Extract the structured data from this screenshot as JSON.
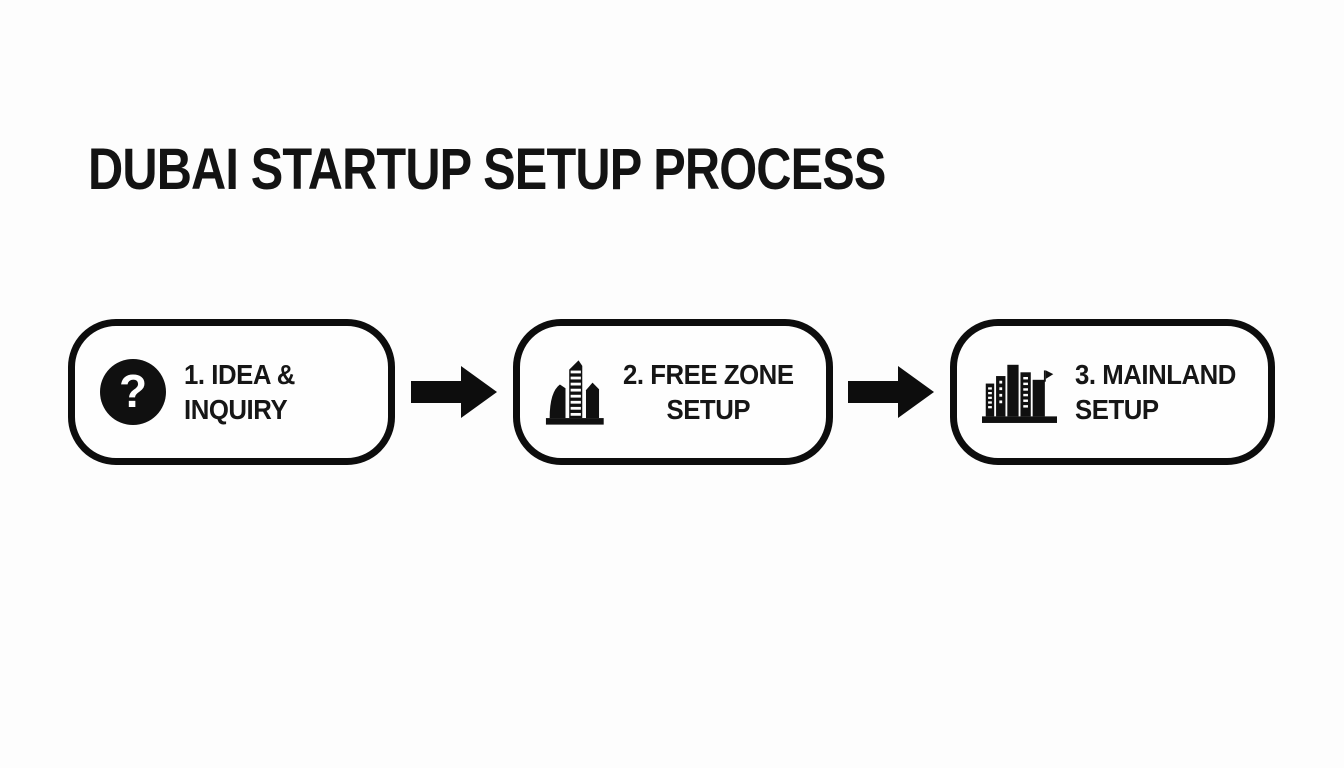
{
  "canvas": {
    "background": "#fdfdfd",
    "ink": "#111111"
  },
  "title": "DUBAI STARTUP SETUP PROCESS",
  "steps": [
    {
      "line1": "1. IDEA &",
      "line2": "INQUIRY",
      "icon": "question-mark-icon"
    },
    {
      "line1": "2. FREE ZONE",
      "line2": "SETUP",
      "icon": "freezone-tower-icon"
    },
    {
      "line1": "3. MAINLAND",
      "line2": "SETUP",
      "icon": "mainland-skyline-icon"
    }
  ],
  "icons": {
    "question_mark_glyph": "?"
  },
  "connectors": [
    {
      "type": "arrow-right"
    },
    {
      "type": "arrow-right"
    }
  ]
}
